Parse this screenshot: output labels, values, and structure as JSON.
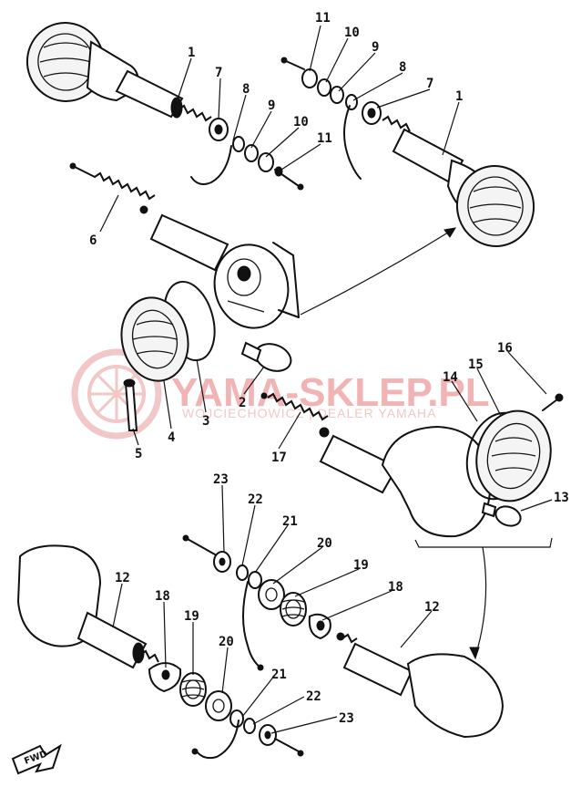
{
  "watermark": {
    "brand": "YAMA-SKLEP.PL",
    "tagline": "WOJCIECHOWICZ | DEALER YAMAHA",
    "color": "#e89a9a"
  },
  "direction_marker": {
    "label": "FWD",
    "icon": "forward-arrow-icon"
  },
  "part_numbers": {
    "p1": "1",
    "p2": "2",
    "p3": "3",
    "p4": "4",
    "p5": "5",
    "p6": "6",
    "p7": "7",
    "p8": "8",
    "p9": "9",
    "p10": "10",
    "p11": "11",
    "p12": "12",
    "p13": "13",
    "p14": "14",
    "p15": "15",
    "p16": "16",
    "p17": "17",
    "p18": "18",
    "p19": "19",
    "p20": "20",
    "p21": "21",
    "p22": "22",
    "p23": "23"
  }
}
